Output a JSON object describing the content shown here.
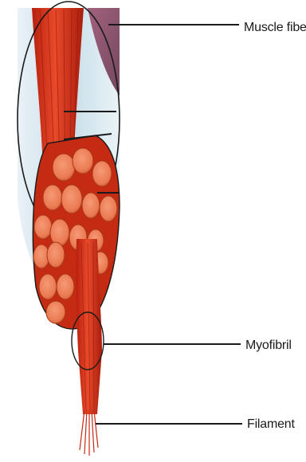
{
  "labels": {
    "muscle_fiber": "Muscle fiber",
    "myofibril": "Myofibril",
    "filament": "Filament"
  },
  "colors": {
    "muscle_red": "#d9341c",
    "fibril_orange": "#ee7c55",
    "sheath_blue": "#cfe3ec",
    "leader_line": "#1a1a1a"
  }
}
